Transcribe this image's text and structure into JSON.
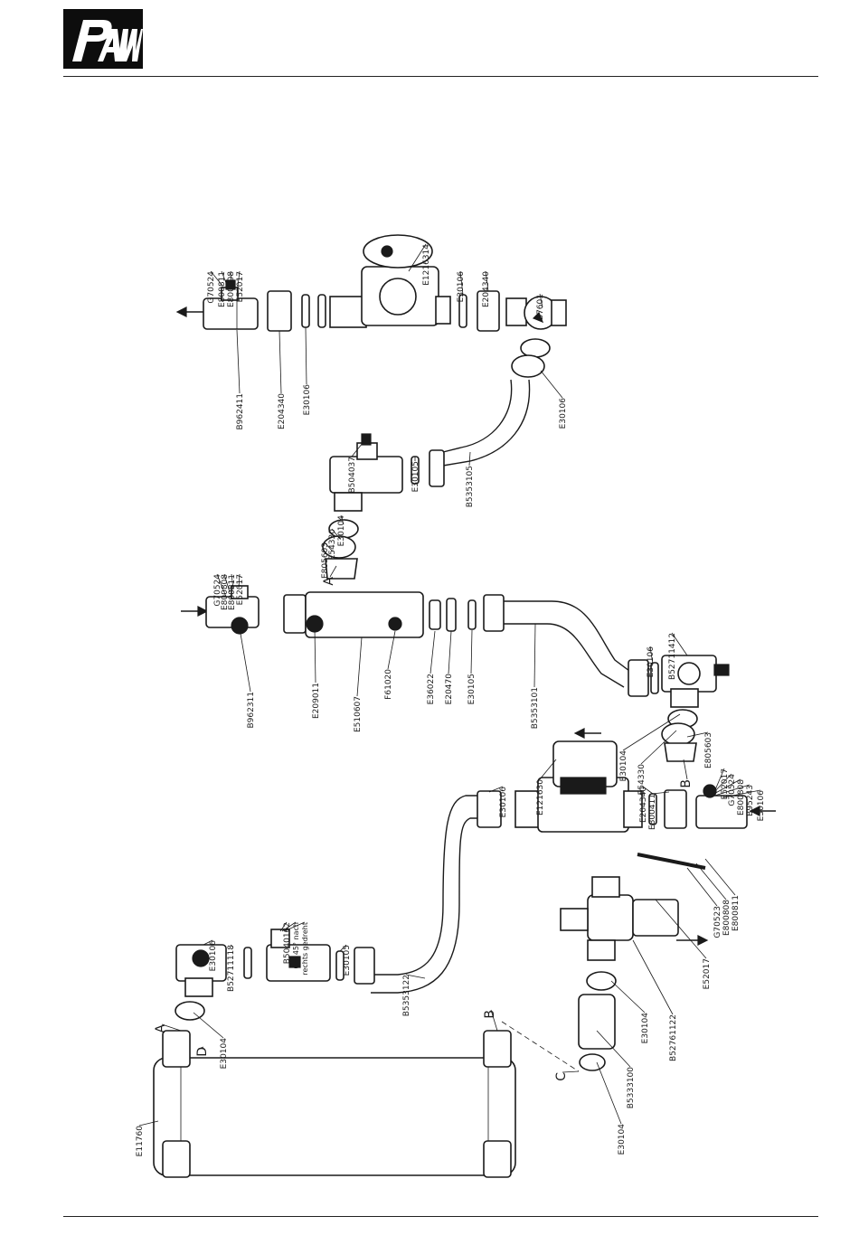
{
  "header": {
    "logo_text": "PAW"
  },
  "labels": [
    "G70524",
    "E800811",
    "E800808",
    "E52017",
    "E1216314",
    "E30106",
    "E204340",
    "B7601",
    "B962411",
    "E204340",
    "E30106",
    "E30106",
    "B504037",
    "E30105",
    "B5353105",
    "E805603",
    "E54330",
    "E30104",
    "A",
    "G70524",
    "E800808",
    "E800811",
    "E52017",
    "B962311",
    "E209011",
    "E510607",
    "F61020",
    "E36022",
    "E20470",
    "E30105",
    "B5353101",
    "E30106",
    "B52711412",
    "E805603",
    "E30104",
    "E54330",
    "B",
    "E121630",
    "E30106",
    "E204340",
    "E800411",
    "E52017",
    "G70524",
    "E800808",
    "B95243",
    "E30106",
    "B52711118",
    "E30106",
    "B5040162",
    "um 45° nach",
    "rechts gedreht",
    "E30105",
    "B5353122",
    "E52017",
    "G70523",
    "E800808",
    "E800811",
    "B52761122",
    "E30104",
    "B5333100",
    "E30104",
    "A",
    "D",
    "E30104",
    "B",
    "C",
    "E11760"
  ]
}
